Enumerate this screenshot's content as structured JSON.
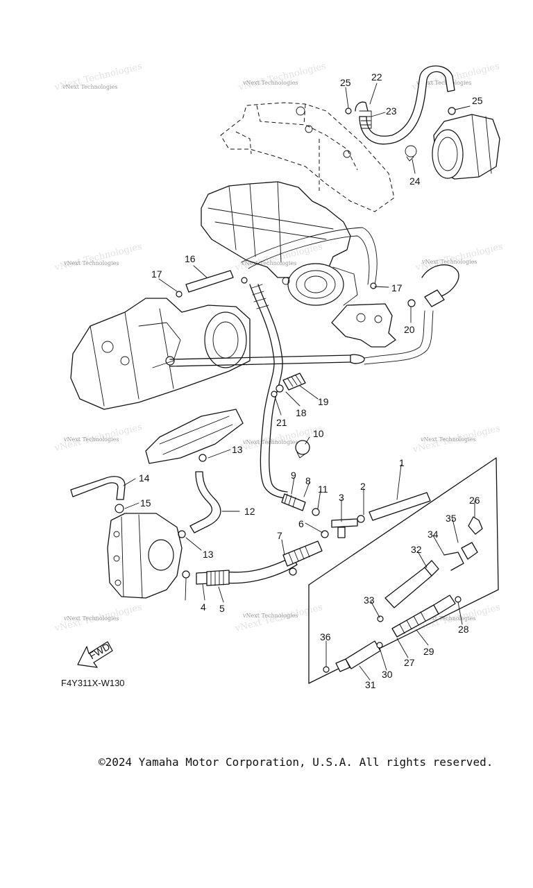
{
  "diagram_code": "F4Y311X-W130",
  "copyright": "©2024 Yamaha Motor Corporation, U.S.A. All rights reserved.",
  "fwd_label": "FWD",
  "watermark_text": "vNext Technologies",
  "callouts": [
    "1",
    "2",
    "3",
    "4",
    "5",
    "6",
    "7",
    "8",
    "9",
    "10",
    "11",
    "12",
    "13",
    "13",
    "14",
    "15",
    "16",
    "17",
    "17",
    "18",
    "19",
    "20",
    "21",
    "22",
    "23",
    "24",
    "25",
    "25",
    "26",
    "27",
    "28",
    "29",
    "30",
    "31",
    "32",
    "33",
    "34",
    "35",
    "36"
  ]
}
